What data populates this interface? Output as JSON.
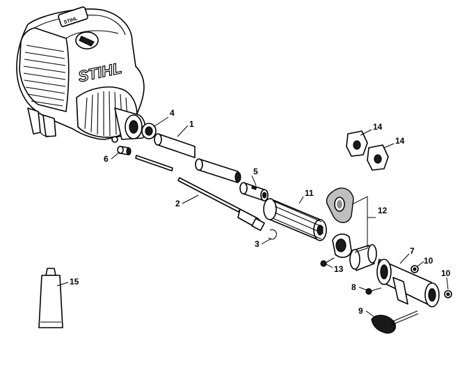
{
  "engine": {
    "brand_large": "STIHL",
    "brand_small": "STIHL"
  },
  "callouts": [
    {
      "id": "p1",
      "label": "1"
    },
    {
      "id": "p2",
      "label": "2"
    },
    {
      "id": "p3",
      "label": "3"
    },
    {
      "id": "p4",
      "label": "4"
    },
    {
      "id": "p5",
      "label": "5"
    },
    {
      "id": "p6",
      "label": "6"
    },
    {
      "id": "p7",
      "label": "7"
    },
    {
      "id": "p8",
      "label": "8"
    },
    {
      "id": "p9",
      "label": "9"
    },
    {
      "id": "p10a",
      "label": "10"
    },
    {
      "id": "p10b",
      "label": "10"
    },
    {
      "id": "p11",
      "label": "11"
    },
    {
      "id": "p12",
      "label": "12"
    },
    {
      "id": "p13",
      "label": "13"
    },
    {
      "id": "p14a",
      "label": "14"
    },
    {
      "id": "p14b",
      "label": "14"
    },
    {
      "id": "p15",
      "label": "15"
    }
  ]
}
